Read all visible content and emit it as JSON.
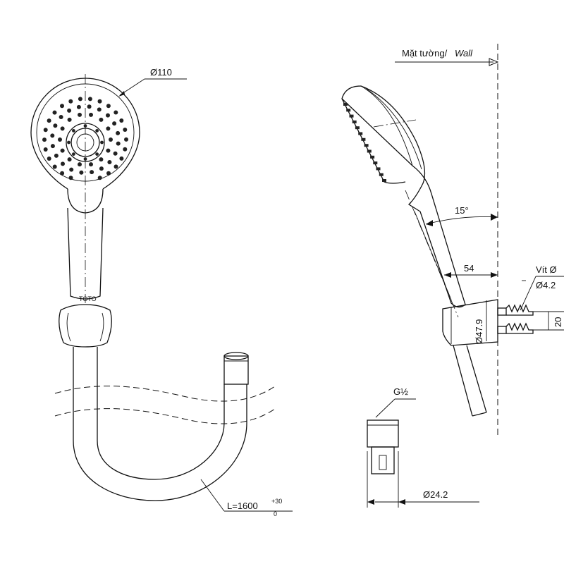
{
  "labels": {
    "head_diameter": "Ø110",
    "hose_length_prefix": "L=1600",
    "hose_tol_plus": "+30",
    "hose_tol_minus": "0",
    "wall_vi": "Mặt tường/",
    "wall_en": "Wall",
    "angle": "15°",
    "offset": "54",
    "screw_label": "Vít Ø",
    "screw_diameter": "Ø4.2",
    "bracket_height": "Ø47.9",
    "screw_spacing": "20",
    "thread": "G½",
    "nut_diameter": "Ø24.2",
    "brand_mark": "TOTO"
  }
}
